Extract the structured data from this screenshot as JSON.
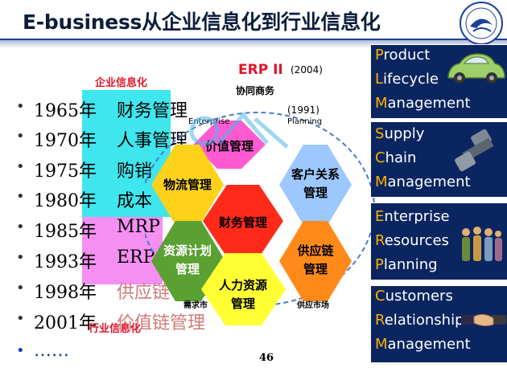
{
  "slide": {
    "title": "E-business从企业信息化到行业信息化",
    "enterprise_label": "企业信息化",
    "industry_label": "行业信息化",
    "page_number": "46"
  },
  "timeline": [
    {
      "year": "1965年",
      "item": "财务管理"
    },
    {
      "year": "1970年",
      "item": "人事管理"
    },
    {
      "year": "1975年",
      "item": "购销"
    },
    {
      "year": "1980年",
      "item": "成本"
    },
    {
      "year": "1985年",
      "item": "MRP"
    },
    {
      "year": "1993年",
      "item": "ERP"
    },
    {
      "year": "1998年",
      "item": "供应链"
    },
    {
      "year": "2001年",
      "item": "价值链管理"
    }
  ],
  "timeline_more": "……",
  "diagram": {
    "erp2": "ERP II",
    "erp2_year": "(2004)",
    "collab": "协同商务",
    "year_1991": "(1991)",
    "enterprise_word": "Enterprise",
    "planning_word": "Planning",
    "demand_market": "需求市",
    "supply_market": "供应市场",
    "hexes": {
      "value_chain": "价值管理",
      "logistics": "物流管理",
      "crm_line1": "客户关系",
      "crm_line2": "管理",
      "finance": "财务管理",
      "resource_line1": "资源计划",
      "resource_line2": "管理",
      "scm_line1": "供应链",
      "scm_line2": "管理",
      "hr_line1": "人力资源",
      "hr_line2": "管理"
    },
    "colors": {
      "value_chain": "#ff5ad2",
      "logistics": "#ffd21a",
      "crm": "#9cc8ff",
      "finance": "#ff2a1a",
      "resource": "#5aa032",
      "scm": "#ff8a1a",
      "hr": "#ffff33"
    }
  },
  "panels": [
    {
      "lines": [
        {
          "cap": "P",
          "rest": "roduct"
        },
        {
          "cap": "L",
          "rest": "ifecycle"
        },
        {
          "cap": "M",
          "rest": "anagement"
        }
      ],
      "image": "car"
    },
    {
      "lines": [
        {
          "cap": "S",
          "rest": "upply"
        },
        {
          "cap": "C",
          "rest": "hain"
        },
        {
          "cap": "M",
          "rest": "anagement"
        }
      ],
      "image": "bolt"
    },
    {
      "lines": [
        {
          "cap": "E",
          "rest": "nterprise"
        },
        {
          "cap": "R",
          "rest": "esources"
        },
        {
          "cap": "P",
          "rest": "lanning"
        }
      ],
      "image": "people"
    },
    {
      "lines": [
        {
          "cap": "C",
          "rest": "ustomers"
        },
        {
          "cap": "R",
          "rest": "elationship"
        },
        {
          "cap": "M",
          "rest": "anagement"
        }
      ],
      "image": "handshake"
    }
  ],
  "theme": {
    "panel_bg": "#0a2560",
    "panel_capital": "#ffb000",
    "accent_red": "#e0142a"
  }
}
